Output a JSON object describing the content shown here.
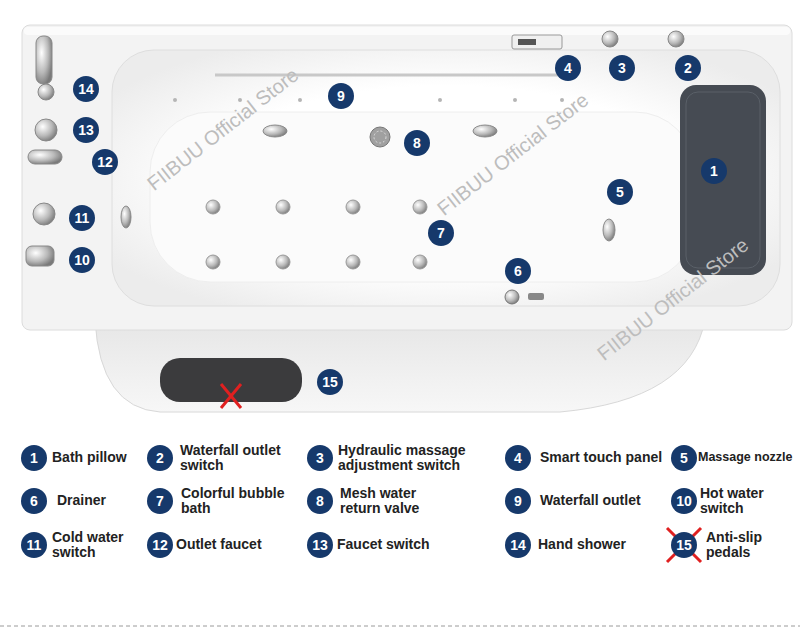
{
  "diagram": {
    "nodes": [
      {
        "text": [
          "1"
        ]
      },
      {
        "text": [
          "2"
        ]
      },
      {
        "text": [
          "3"
        ]
      },
      {
        "text": [
          "4"
        ]
      },
      {
        "text": [
          "5"
        ]
      },
      {
        "text": [
          "6"
        ]
      },
      {
        "text": [
          "7"
        ]
      },
      {
        "text": [
          "8"
        ]
      },
      {
        "text": [
          "9"
        ]
      },
      {
        "text": [
          "10"
        ]
      },
      {
        "text": [
          "11"
        ]
      },
      {
        "text": [
          "12"
        ]
      },
      {
        "text": [
          "13"
        ]
      },
      {
        "text": [
          "14"
        ]
      },
      {
        "text": [
          "15"
        ]
      },
      {
        "text": [
          "1"
        ]
      },
      {
        "text": [
          "2"
        ]
      },
      {
        "text": [
          "3"
        ]
      },
      {
        "text": [
          "4"
        ]
      },
      {
        "text": [
          "5"
        ]
      },
      {
        "text": [
          "6"
        ]
      },
      {
        "text": [
          "7"
        ]
      },
      {
        "text": [
          "8"
        ]
      },
      {
        "text": [
          "9"
        ]
      },
      {
        "text": [
          "10"
        ]
      },
      {
        "text": [
          "11"
        ]
      },
      {
        "text": [
          "12"
        ]
      },
      {
        "text": [
          "13"
        ]
      },
      {
        "text": [
          "14"
        ]
      },
      {
        "text": [
          "15"
        ]
      }
    ],
    "labels": [
      "Bath pillow",
      "Waterfall outlet switch",
      "Hydraulic massage adjustment switch",
      "Smart touch panel",
      "Massage nozzle",
      "Drainer",
      "Colorful bubble bath",
      "Mesh water return valve",
      "Waterfall outlet",
      "Hot water switch",
      "Cold water switch",
      "Outlet faucet",
      "Faucet switch",
      "Hand shower",
      "Anti-slip pedals",
      "FIIBUU Official Store",
      "FIIBUU Official Store",
      "FIIBUU Official Store"
    ]
  }
}
